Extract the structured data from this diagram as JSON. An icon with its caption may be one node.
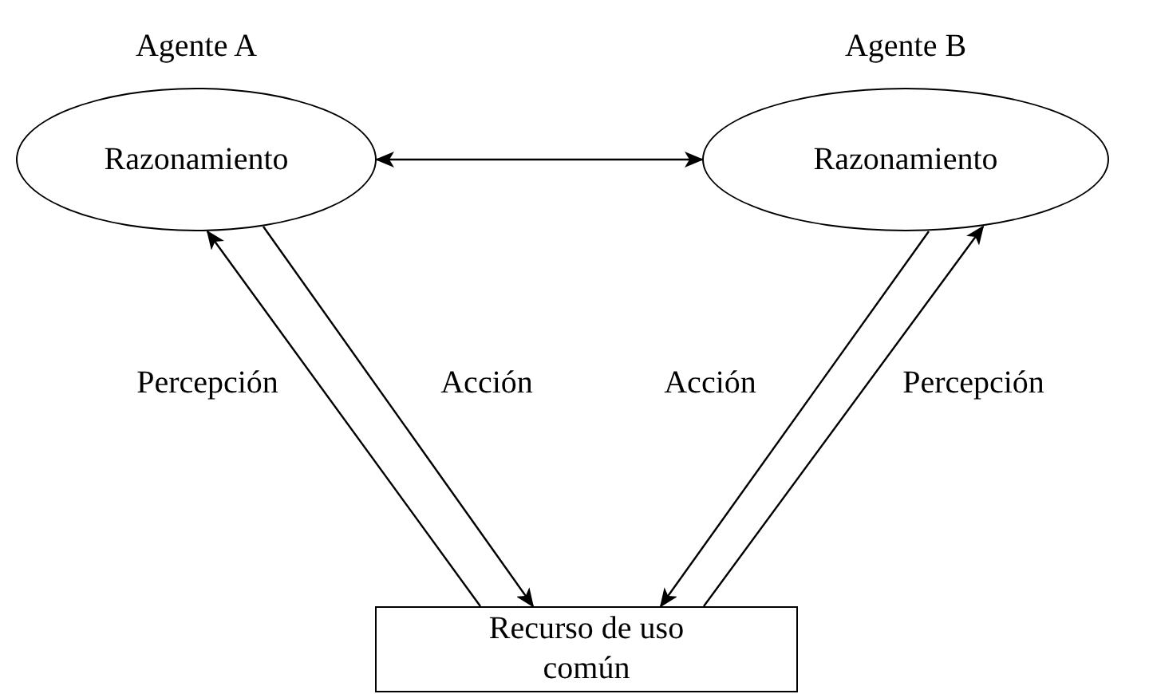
{
  "diagram": {
    "nodes": [
      {
        "text": [
          "Agente A",
          "Razonamiento"
        ]
      },
      {
        "text": [
          "Agente B",
          "Razonamiento"
        ]
      },
      {
        "text": [
          "Recurso de uso común"
        ]
      }
    ],
    "edges": [
      {
        "from": 0,
        "to": 1,
        "arrow": "both"
      },
      {
        "from": 2,
        "to": 0,
        "arrow": "to",
        "label": "Percepción"
      },
      {
        "from": 0,
        "to": 2,
        "arrow": "to",
        "label": "Acción"
      },
      {
        "from": 1,
        "to": 2,
        "arrow": "to",
        "label": "Acción"
      },
      {
        "from": 2,
        "to": 1,
        "arrow": "to",
        "label": "Percepción"
      }
    ]
  }
}
